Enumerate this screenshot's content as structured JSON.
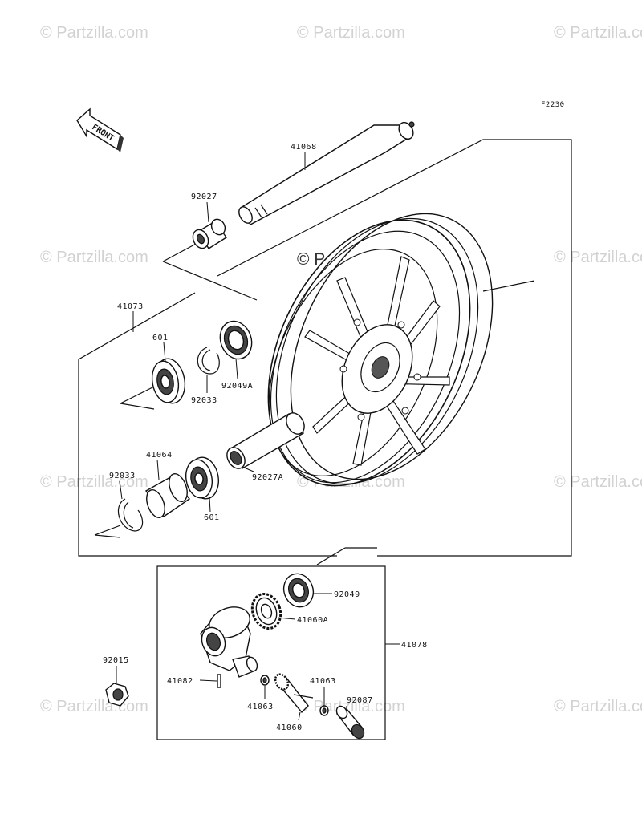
{
  "diagram_code": "F2230",
  "front_arrow": {
    "label": "FRONT",
    "icon": "front-arrow-icon"
  },
  "watermark": "© Partzilla.com",
  "parts": {
    "p41068": "41068",
    "p92027": "92027",
    "p41073": "41073",
    "p601_upper": "601",
    "p92049A": "92049A",
    "p92033_upper": "92033",
    "p41064": "41064",
    "p92033_lower": "92033",
    "p601_lower": "601",
    "p92027A": "92027A",
    "p92049": "92049",
    "p41060A": "41060A",
    "p41078": "41078",
    "p92015": "92015",
    "p41082": "41082",
    "p41063_left": "41063",
    "p41063_right": "41063",
    "p92087": "92087",
    "p41060": "41060"
  }
}
